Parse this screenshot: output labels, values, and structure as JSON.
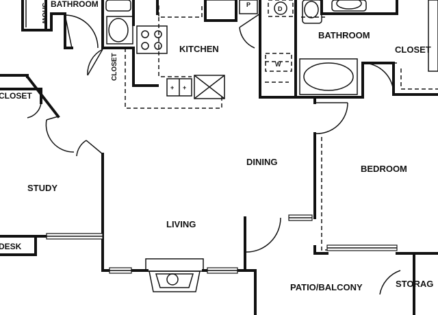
{
  "rooms": {
    "bathroom_left": "BATHROOM",
    "shower": "SHOW",
    "kitchen": "KITCHEN",
    "closet_hall": "CLOSET",
    "closet_left": "CLOSET",
    "bathroom_right": "BATHROOM",
    "closet_right": "CLOSET",
    "dining": "DINING",
    "bedroom": "BEDROOM",
    "study": "STUDY",
    "living": "LIVING",
    "desk": "DESK",
    "patio": "PATIO/BALCONY",
    "storage": "STORAG"
  },
  "appliances": {
    "pantry": "P",
    "dryer": "D",
    "washer": "W"
  },
  "colors": {
    "line": "#111111",
    "background": "#ffffff"
  }
}
